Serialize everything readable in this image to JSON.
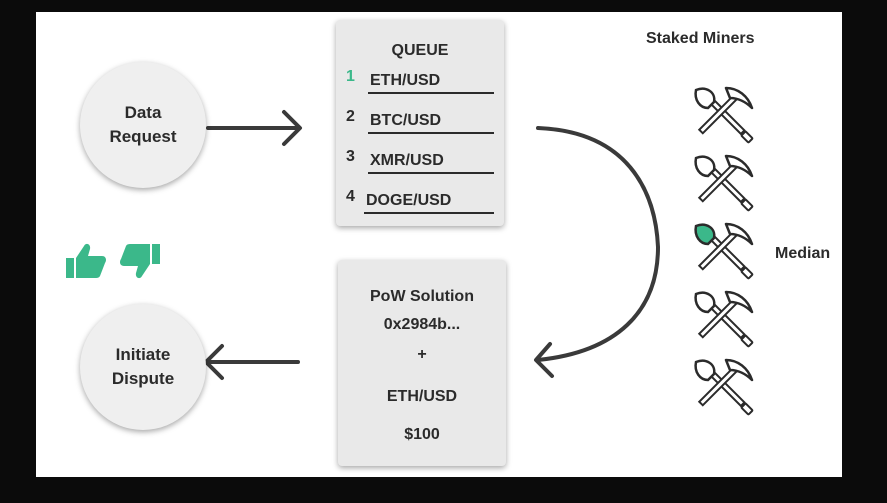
{
  "nodes": {
    "data_request": "Data\nRequest",
    "initiate_dispute": "Initiate\nDispute"
  },
  "queue": {
    "title": "QUEUE",
    "items": [
      {
        "num": "1",
        "pair": "ETH/USD"
      },
      {
        "num": "2",
        "pair": "BTC/USD"
      },
      {
        "num": "3",
        "pair": "XMR/USD"
      },
      {
        "num": "4",
        "pair": "DOGE/USD"
      }
    ]
  },
  "solution": {
    "line1": "PoW Solution",
    "line2": "0x2984b...",
    "plus": "+",
    "pair": "ETH/USD",
    "value": "$100"
  },
  "miners": {
    "title": "Staked Miners",
    "median_label": "Median",
    "count": 5,
    "median_index": 2
  },
  "colors": {
    "accent": "#3bb88a",
    "text": "#2b2b2b",
    "arrow": "#3a3a3a"
  },
  "icons": [
    "thumbs-up-icon",
    "thumbs-down-icon",
    "pickaxe-shovel-icon"
  ]
}
